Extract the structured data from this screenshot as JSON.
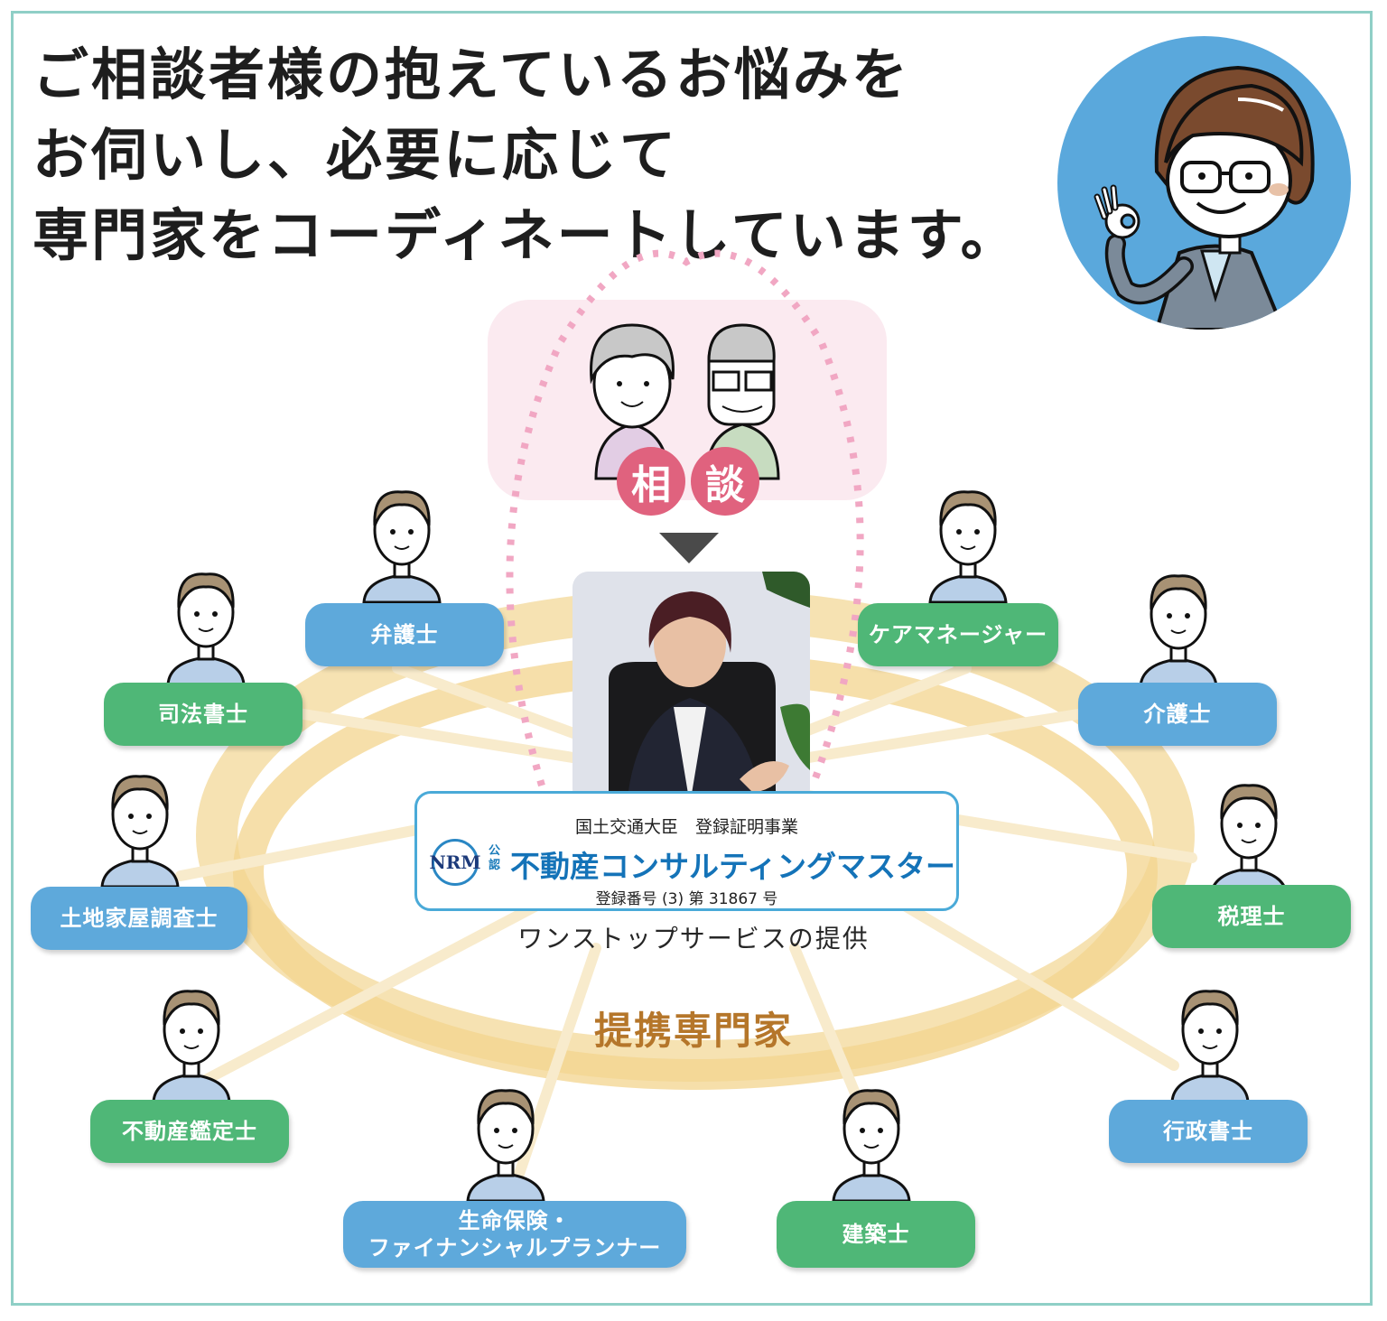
{
  "headline": {
    "lines": [
      "ご相談者様の抱えているお悩みを",
      "お伺いし、必要に応じて",
      "専門家をコーディネートしています。"
    ]
  },
  "consultation": {
    "badges": [
      "相",
      "談"
    ],
    "label": "相談"
  },
  "center": {
    "ministry_line": "国土交通大臣　登録証明事業",
    "logo_text": "NRM",
    "koin_label": "公認",
    "title": "不動産コンサルティングマスター",
    "registration": "登録番号 (3) 第 31867 号",
    "service": "ワンストップサービスの提供"
  },
  "ring_label": "提携専門家",
  "colors": {
    "blue": "#5ea9db",
    "green": "#4fb777",
    "badge": "#e0627e",
    "ring": "#f5d89a",
    "frame": "#8fcfc6",
    "brand": "#1473b8",
    "ring_label": "#b5762a"
  },
  "experts": [
    {
      "label": "弁護士",
      "color": "blue"
    },
    {
      "label": "ケアマネージャー",
      "color": "green"
    },
    {
      "label": "司法書士",
      "color": "green"
    },
    {
      "label": "介護士",
      "color": "blue"
    },
    {
      "label": "土地家屋調査士",
      "color": "blue"
    },
    {
      "label": "税理士",
      "color": "green"
    },
    {
      "label": "不動産鑑定士",
      "color": "green"
    },
    {
      "label": "行政書士",
      "color": "blue"
    },
    {
      "label": "生命保険・\nファイナンシャルプランナー",
      "line1": "生命保険・",
      "line2": "ファイナンシャルプランナー",
      "color": "blue"
    },
    {
      "label": "建築士",
      "color": "green"
    }
  ]
}
